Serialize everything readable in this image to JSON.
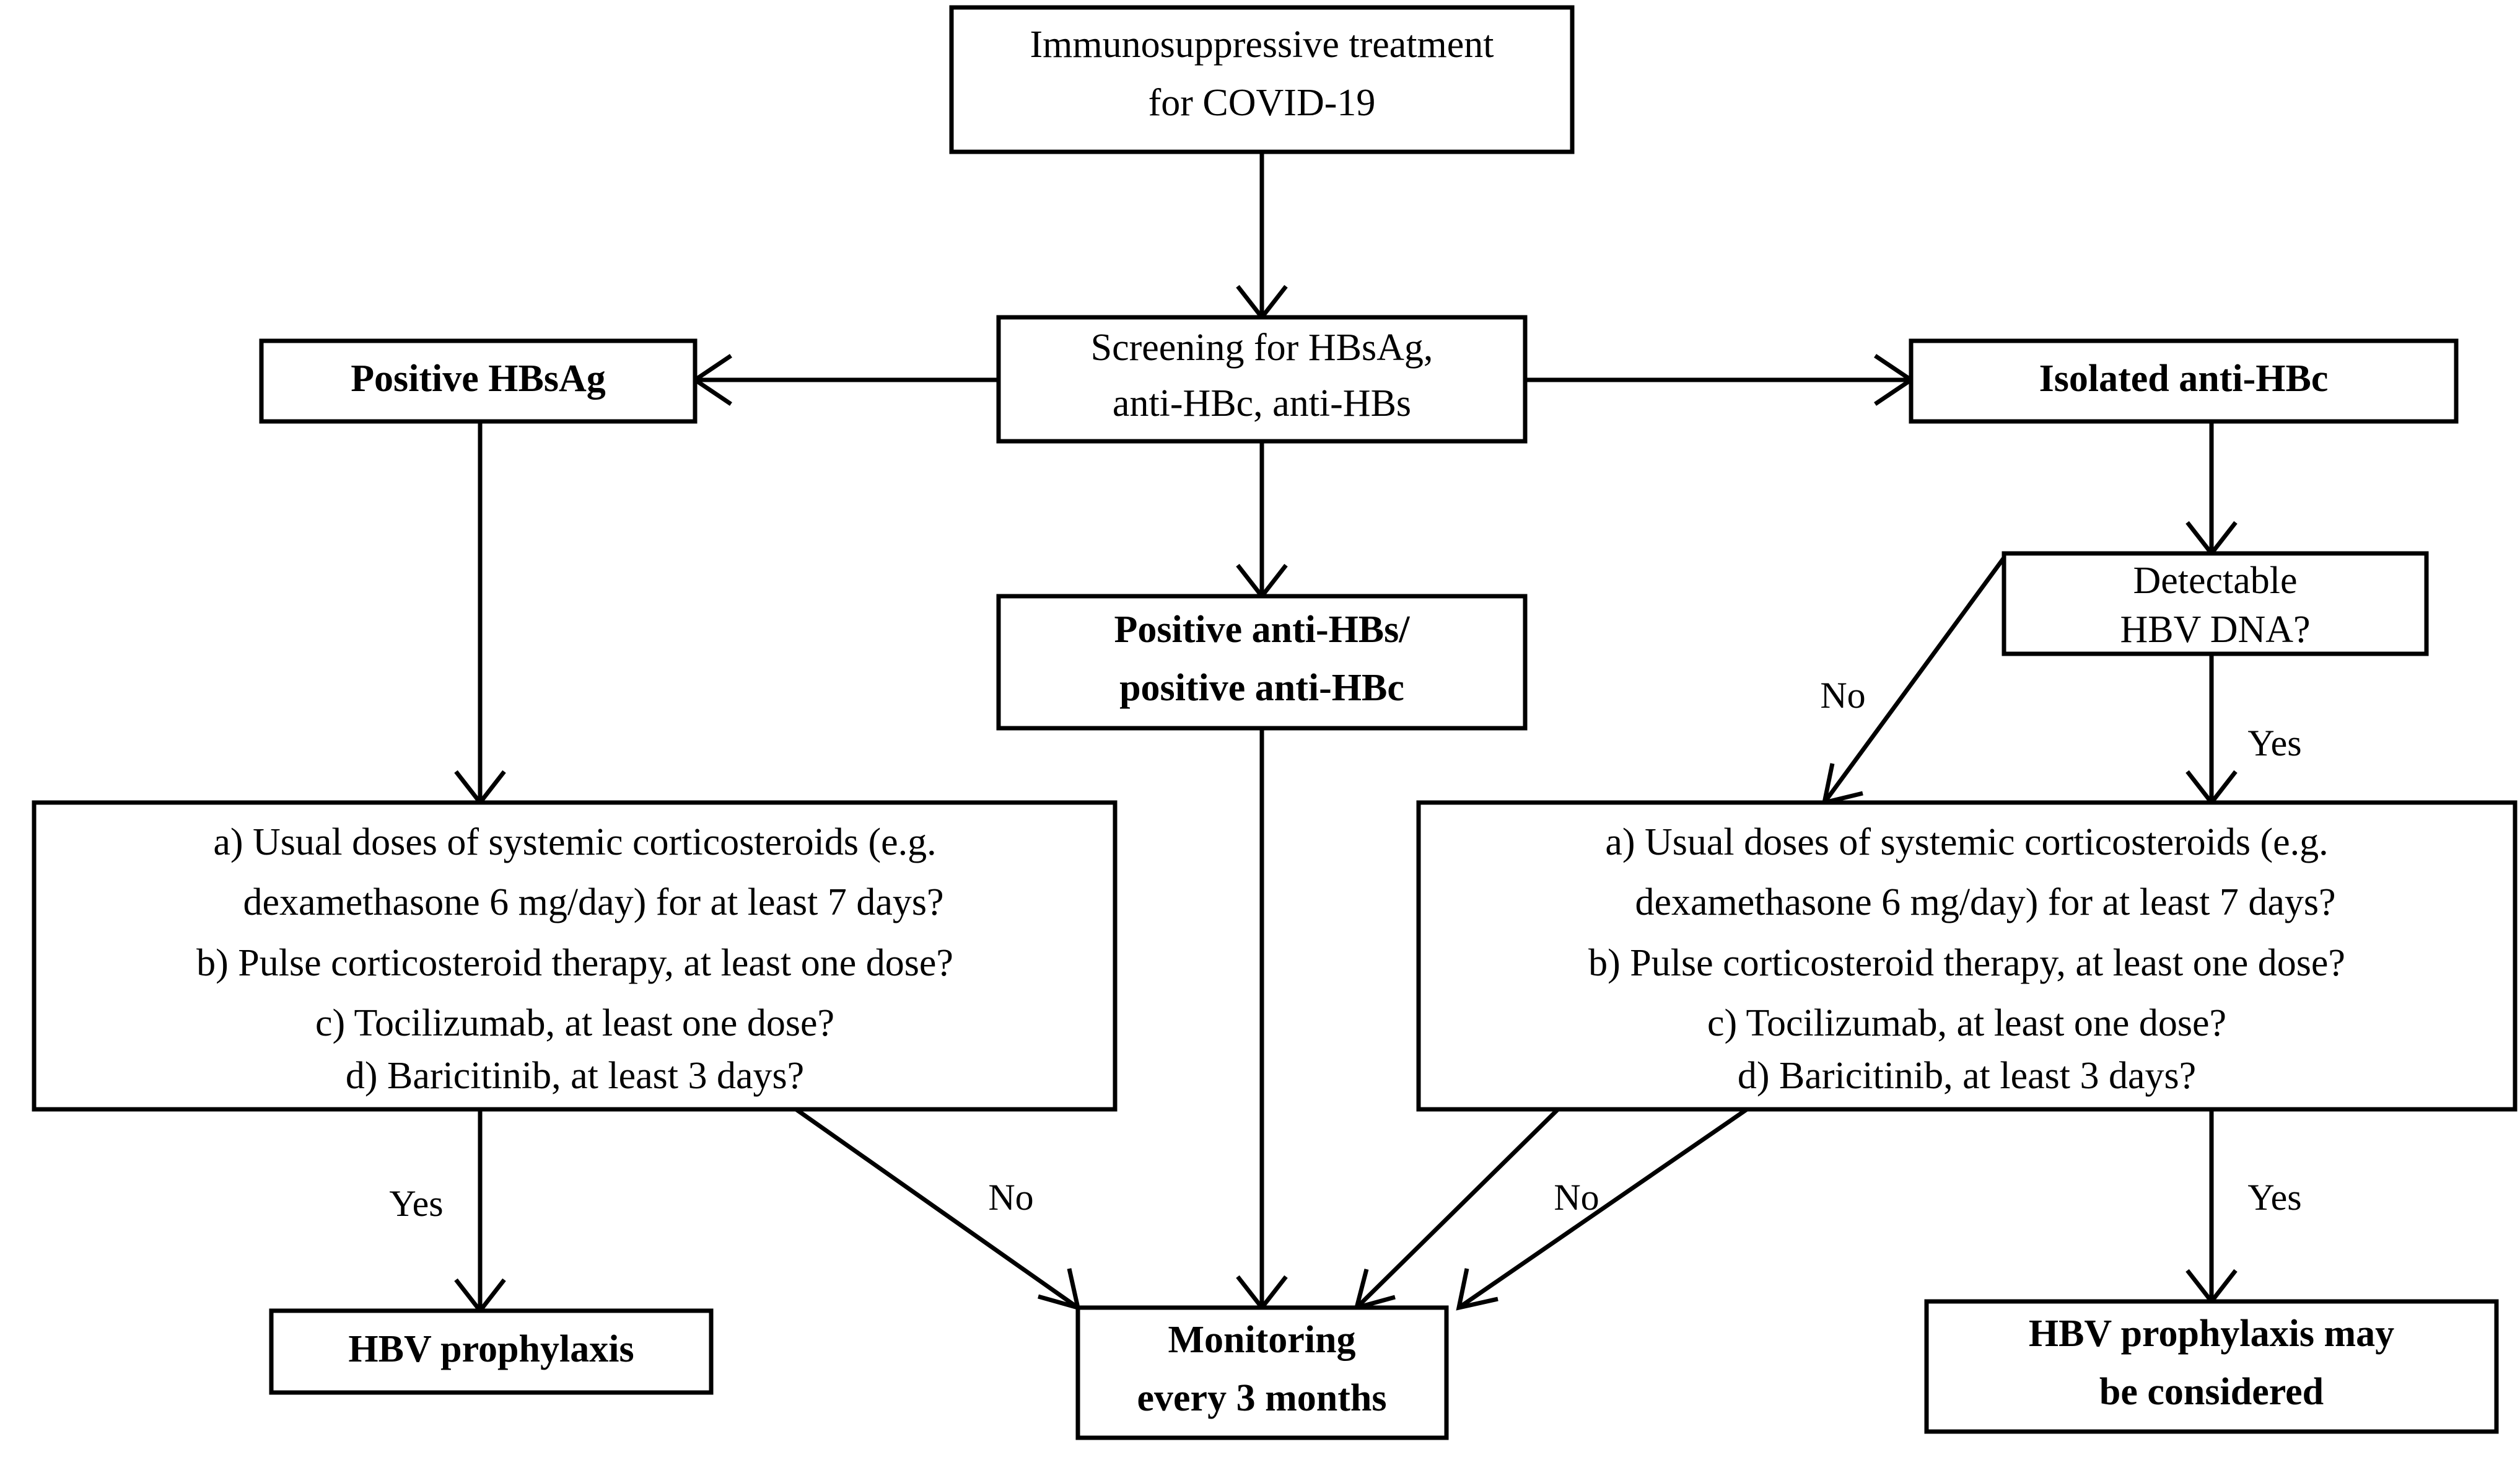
{
  "diagram": {
    "title": "HBV screening and prophylaxis algorithm for immunosuppressive treatment in COVID-19",
    "type": "flowchart",
    "background_color": "#ffffff",
    "line_color": "#000000",
    "text_color": "#000000"
  },
  "nodes": {
    "start": {
      "id": "start",
      "line1": "Immunosuppressive treatment",
      "line2": "for COVID-19",
      "bold": false
    },
    "screening": {
      "id": "screening",
      "line1": "Screening for HBsAg,",
      "line2": "anti-HBc, anti-HBs",
      "bold": false
    },
    "positive_hbsag": {
      "id": "positive-hbsag",
      "line1": "Positive HBsAg",
      "bold": true
    },
    "isolated_antihbc": {
      "id": "isolated-anti-hbc",
      "line1": "Isolated anti-HBc",
      "bold": true
    },
    "positive_antihbs": {
      "id": "positive-anti-hbs",
      "line1": "Positive anti-HBs/",
      "line2": "positive anti-HBc",
      "bold": true
    },
    "detectable_dna": {
      "id": "detectable-hbv-dna",
      "line1": "Detectable",
      "line2": "HBV DNA?",
      "bold": false
    },
    "criteria_left": {
      "id": "criteria-left",
      "items": [
        "a)   Usual doses of systemic corticosteroids (e.g.",
        "dexamethasone 6 mg/day) for at least 7 days?",
        "b) Pulse corticosteroid therapy, at least one dose?",
        "c) Tocilizumab, at least one dose?",
        "d) Baricitinib, at least 3 days?"
      ]
    },
    "criteria_right": {
      "id": "criteria-right",
      "items": [
        "a)   Usual doses of systemic corticosteroids (e.g.",
        "dexamethasone 6 mg/day) for at least 7 days?",
        "b) Pulse corticosteroid therapy, at least one dose?",
        "c) Tocilizumab, at least one dose?",
        "d) Baricitinib, at least 3 days?"
      ]
    },
    "hbv_prophylaxis": {
      "id": "hbv-prophylaxis",
      "line1": "HBV prophylaxis",
      "bold": true
    },
    "monitoring": {
      "id": "monitoring",
      "line1": "Monitoring",
      "line2": "every 3 months",
      "bold": true
    },
    "prophylaxis_considered": {
      "id": "hbv-prophylaxis-may-be-considered",
      "line1": "HBV prophylaxis may",
      "line2": "be considered",
      "bold": true
    }
  },
  "edge_labels": {
    "left_yes": "Yes",
    "left_no": "No",
    "dna_no": "No",
    "dna_yes": "Yes",
    "right_no": "No",
    "right_yes": "Yes"
  }
}
